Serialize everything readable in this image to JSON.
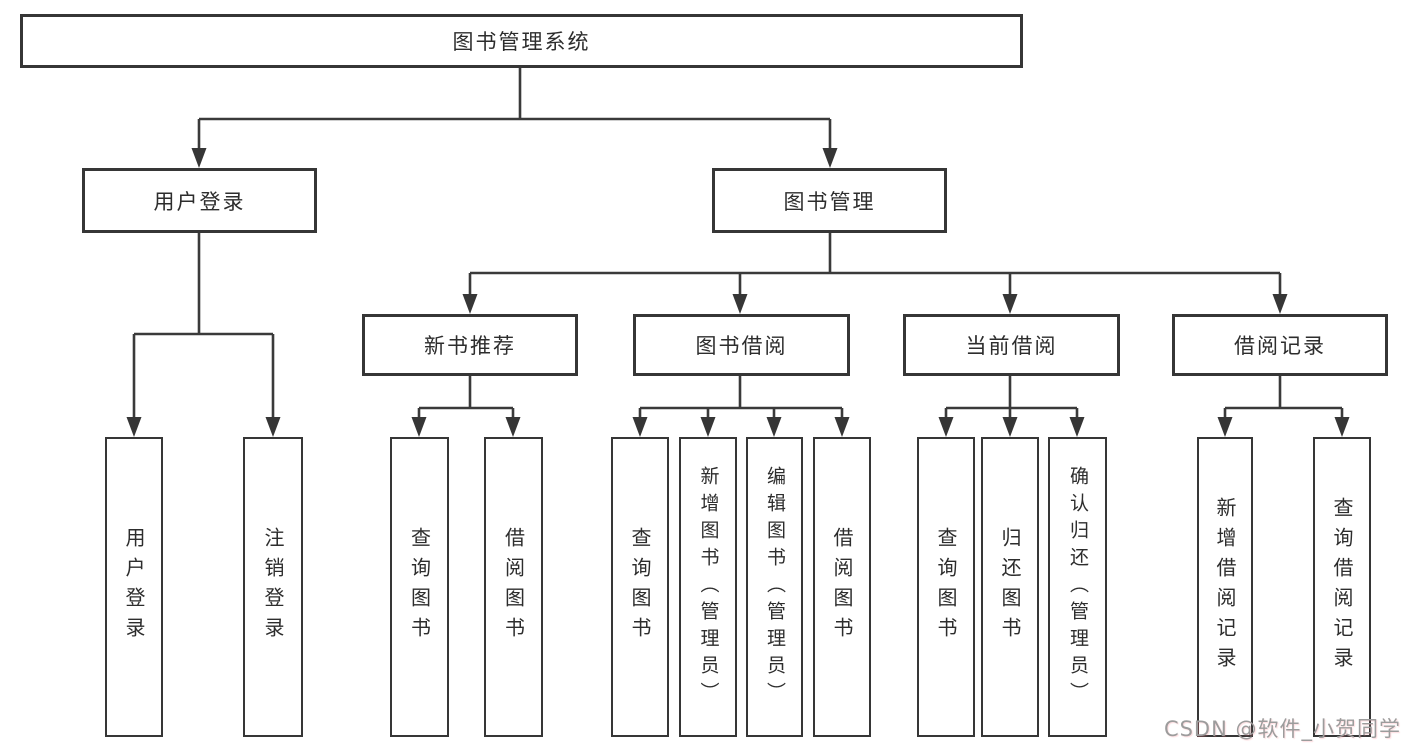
{
  "diagram": {
    "root": {
      "label": "图书管理系统"
    },
    "level2": [
      {
        "label": "用户登录"
      },
      {
        "label": "图书管理"
      }
    ],
    "level3": [
      {
        "label": "新书推荐"
      },
      {
        "label": "图书借阅"
      },
      {
        "label": "当前借阅"
      },
      {
        "label": "借阅记录"
      }
    ],
    "leaves": {
      "user_login": [
        {
          "label": "用户登录"
        },
        {
          "label": "注销登录"
        }
      ],
      "new_book_rec": [
        {
          "label": "查询图书"
        },
        {
          "label": "借阅图书"
        }
      ],
      "book_borrow": [
        {
          "label": "查询图书"
        },
        {
          "label": "新增图书（管理员）"
        },
        {
          "label": "编辑图书（管理员）"
        },
        {
          "label": "借阅图书"
        }
      ],
      "current_borrow": [
        {
          "label": "查询图书"
        },
        {
          "label": "归还图书"
        },
        {
          "label": "确认归还（管理员）"
        }
      ],
      "borrow_records": [
        {
          "label": "新增借阅记录"
        },
        {
          "label": "查询借阅记录"
        }
      ]
    }
  },
  "watermark": {
    "text": "CSDN @软件_小贺同学"
  },
  "colors": {
    "line": "#3a3a3a",
    "border": "#363636",
    "text": "#2d2d2d",
    "background": "#ffffff",
    "watermark": "#9c9c9c"
  }
}
